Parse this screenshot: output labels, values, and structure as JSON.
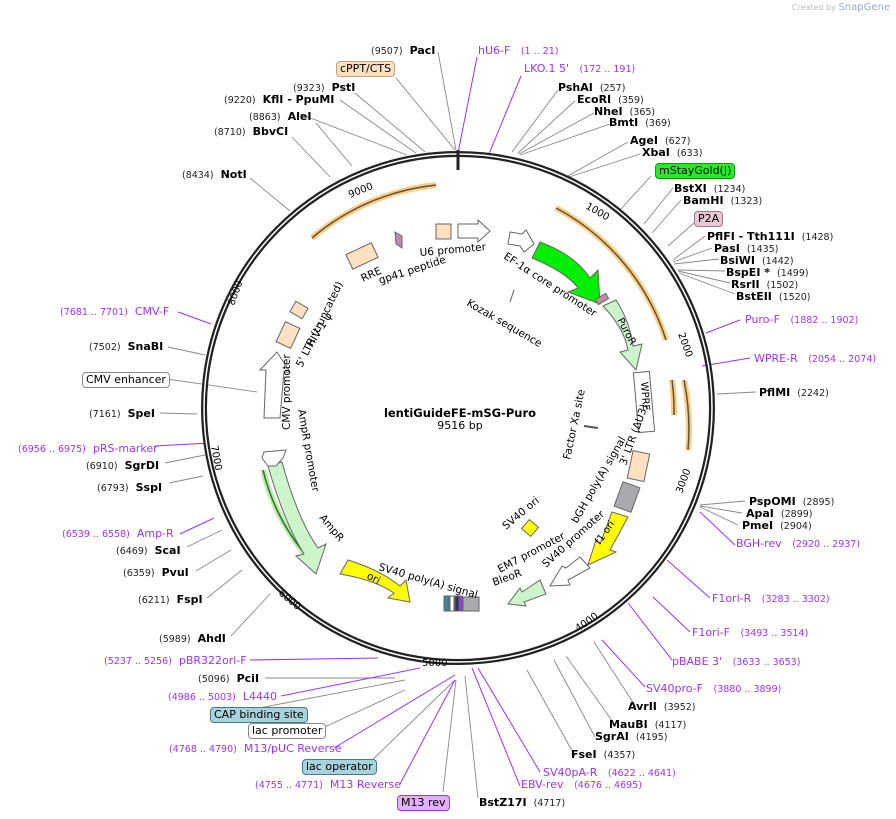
{
  "credit": {
    "prefix": "Created by",
    "brand": "SnapGene"
  },
  "plasmid": {
    "name": "lentiGuideFE-mSG-Puro",
    "length": "9516 bp"
  },
  "ticks": [
    "1000",
    "2000",
    "3000",
    "4000",
    "5000",
    "6000",
    "7000",
    "8000",
    "9000"
  ],
  "colors": {
    "enzyme": "#000000",
    "primer": "#9933ff",
    "backbone": "#222222",
    "gfp": "#00ee00",
    "resistance": "#ccf5cc",
    "ori": "#ffff00",
    "ltr": "#ffe0c0"
  },
  "enzymes": [
    {
      "name": "PacI",
      "pos": "(9507)"
    },
    {
      "name": "PstI",
      "pos": "(9323)"
    },
    {
      "name": "KflI  - PpuMI",
      "pos": "(9220)"
    },
    {
      "name": "AleI",
      "pos": "(8863)"
    },
    {
      "name": "BbvCI",
      "pos": "(8710)"
    },
    {
      "name": "NotI",
      "pos": "(8434)"
    },
    {
      "name": "PshAI",
      "pos": "(257)"
    },
    {
      "name": "EcoRI",
      "pos": "(359)"
    },
    {
      "name": "NheI",
      "pos": "(365)"
    },
    {
      "name": "BmtI",
      "pos": "(369)"
    },
    {
      "name": "AgeI",
      "pos": "(627)"
    },
    {
      "name": "XbaI",
      "pos": "(633)"
    },
    {
      "name": "BstXI",
      "pos": "(1234)"
    },
    {
      "name": "BamHI",
      "pos": "(1323)"
    },
    {
      "name": "PflFI  - Tth111I",
      "pos": "(1428)"
    },
    {
      "name": "PasI",
      "pos": "(1435)"
    },
    {
      "name": "BsiWI",
      "pos": "(1442)"
    },
    {
      "name": "BspEI *",
      "pos": "(1499)"
    },
    {
      "name": "RsrII",
      "pos": "(1502)"
    },
    {
      "name": "BstEII",
      "pos": "(1520)"
    },
    {
      "name": "PflMI",
      "pos": "(2242)"
    },
    {
      "name": "PspOMI",
      "pos": "(2895)"
    },
    {
      "name": "ApaI",
      "pos": "(2899)"
    },
    {
      "name": "PmeI",
      "pos": "(2904)"
    },
    {
      "name": "AvrII",
      "pos": "(3952)"
    },
    {
      "name": "MauBI",
      "pos": "(4117)"
    },
    {
      "name": "SgrAI",
      "pos": "(4195)"
    },
    {
      "name": "FseI",
      "pos": "(4357)"
    },
    {
      "name": "BstZ17I",
      "pos": "(4717)"
    },
    {
      "name": "PciI",
      "pos": "(5096)"
    },
    {
      "name": "AhdI",
      "pos": "(5989)"
    },
    {
      "name": "FspI",
      "pos": "(6211)"
    },
    {
      "name": "PvuI",
      "pos": "(6359)"
    },
    {
      "name": "ScaI",
      "pos": "(6469)"
    },
    {
      "name": "SspI",
      "pos": "(6793)"
    },
    {
      "name": "SgrDI",
      "pos": "(6910)"
    },
    {
      "name": "SpeI",
      "pos": "(7161)"
    },
    {
      "name": "SnaBI",
      "pos": "(7502)"
    }
  ],
  "primers": [
    {
      "name": "hU6-F",
      "pos": "(1 .. 21)"
    },
    {
      "name": "LKO.1 5'",
      "pos": "(172 .. 191)"
    },
    {
      "name": "Puro-F",
      "pos": "(1882 .. 1902)"
    },
    {
      "name": "WPRE-R",
      "pos": "(2054 .. 2074)"
    },
    {
      "name": "BGH-rev",
      "pos": "(2920 .. 2937)"
    },
    {
      "name": "F1ori-R",
      "pos": "(3283 .. 3302)"
    },
    {
      "name": "F1ori-F",
      "pos": "(3493 .. 3514)"
    },
    {
      "name": "pBABE 3'",
      "pos": "(3633 .. 3653)"
    },
    {
      "name": "SV40pro-F",
      "pos": "(3880 .. 3899)"
    },
    {
      "name": "SV40pA-R",
      "pos": "(4622 .. 4641)"
    },
    {
      "name": "EBV-rev",
      "pos": "(4676 .. 4695)"
    },
    {
      "name": "M13 Reverse",
      "pos": "(4755 .. 4771)"
    },
    {
      "name": "M13/pUC Reverse",
      "pos": "(4768 .. 4790)"
    },
    {
      "name": "L4440",
      "pos": "(4986 .. 5003)"
    },
    {
      "name": "pBR322ori-F",
      "pos": "(5237 .. 5256)"
    },
    {
      "name": "Amp-R",
      "pos": "(6539 .. 6558)"
    },
    {
      "name": "pRS-marker",
      "pos": "(6956 .. 6975)"
    },
    {
      "name": "CMV-F",
      "pos": "(7681 .. 7701)"
    }
  ],
  "boxed_features": [
    {
      "name": "cPPT/CTS"
    },
    {
      "name": "mStayGold(J)"
    },
    {
      "name": "P2A"
    },
    {
      "name": "CMV enhancer"
    },
    {
      "name": "CAP binding site"
    },
    {
      "name": "lac promoter"
    },
    {
      "name": "lac operator"
    },
    {
      "name": "M13 rev"
    }
  ],
  "inner_features": [
    {
      "name": "U6 promoter"
    },
    {
      "name": "gp41 peptide"
    },
    {
      "name": "RRE"
    },
    {
      "name": "HIV-1 ψ"
    },
    {
      "name": "5' LTR (truncated)"
    },
    {
      "name": "CMV promoter"
    },
    {
      "name": "AmpR promoter"
    },
    {
      "name": "AmpR"
    },
    {
      "name": "ori"
    },
    {
      "name": "SV40 poly(A) signal"
    },
    {
      "name": "EF-1α core promoter"
    },
    {
      "name": "Kozak sequence"
    },
    {
      "name": "PuroR"
    },
    {
      "name": "WPRE"
    },
    {
      "name": "Factor Xa site"
    },
    {
      "name": "3' LTR (ΔU3)"
    },
    {
      "name": "bGH poly(A) signal"
    },
    {
      "name": "f1 ori"
    },
    {
      "name": "SV40 promoter"
    },
    {
      "name": "SV40 ori"
    },
    {
      "name": "EM7 promoter"
    },
    {
      "name": "BleoR"
    }
  ]
}
